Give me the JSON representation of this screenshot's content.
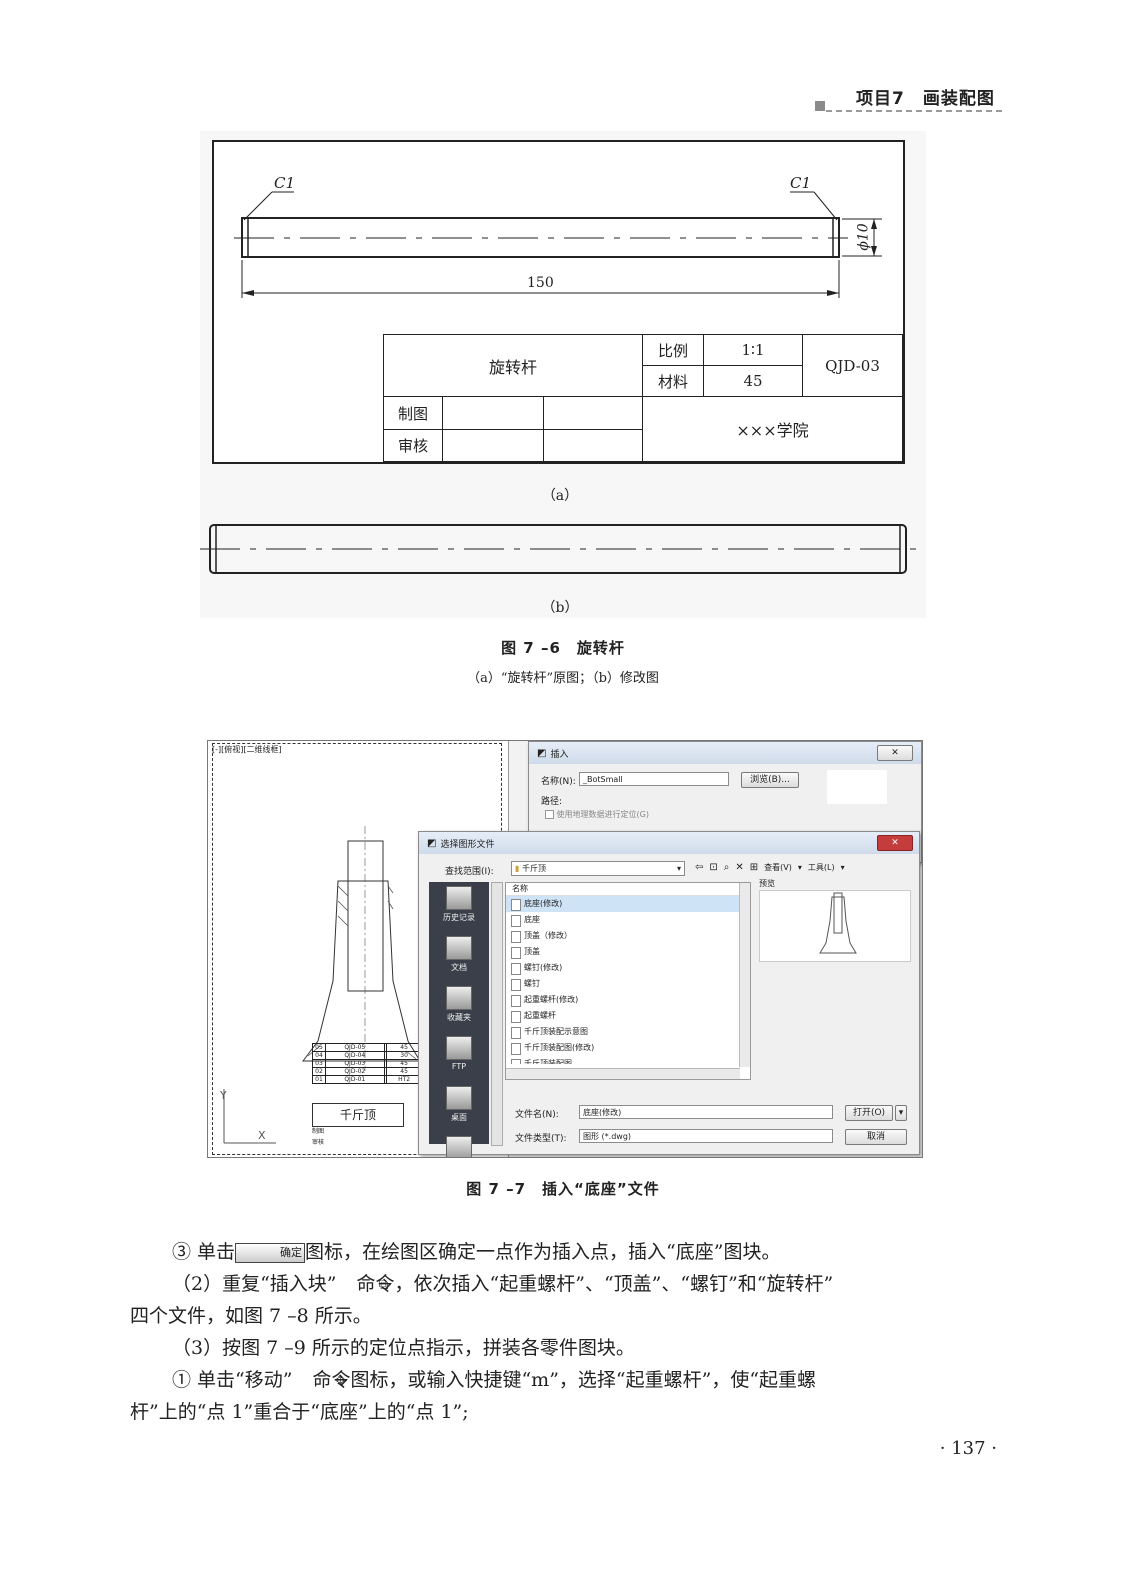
{
  "header": {
    "title": "项目7　画装配图"
  },
  "figure6": {
    "drawing": {
      "chamfer_left": "C1",
      "chamfer_right": "C1",
      "diameter": "ϕ10",
      "length": "150"
    },
    "title_block": {
      "part_name": "旋转杆",
      "scale_label": "比例",
      "scale_value": "1∶1",
      "material_label": "材料",
      "material_value": "45",
      "drawing_no": "QJD-03",
      "drawn_label": "制图",
      "checked_label": "审核",
      "school": "×××学院"
    },
    "sub_a": "（a）",
    "sub_b": "（b）",
    "title": "图 7 –6　旋转杆",
    "subcaption": "（a）“旋转杆”原图；（b）修改图"
  },
  "figure7": {
    "screenshot": {
      "viewport_label": "[-][俯视][二维线框]",
      "axis_y": "Y",
      "axis_x": "X",
      "bom_rows": [
        [
          "05",
          "QJD-05",
          "",
          "45"
        ],
        [
          "04",
          "QJD-04",
          "",
          "30"
        ],
        [
          "03",
          "QJD-03",
          "",
          "45"
        ],
        [
          "02",
          "QJD-02",
          "",
          "45"
        ],
        [
          "01",
          "QJD-01",
          "",
          "HT2"
        ]
      ],
      "bom_title": "千斤顶",
      "bom_drawn": "制图",
      "bom_checked": "审核",
      "insert_dialog": {
        "title": "插入",
        "name_label": "名称(N):",
        "name_value": "_BotSmall",
        "browse_button": "浏览(B)...",
        "path_label": "路径:",
        "geo_checkbox": "使用地理数据进行定位(G)"
      },
      "file_dialog": {
        "title": "选择图形文件",
        "lookin_label": "查找范围(I):",
        "lookin_value": "千斤顶",
        "toolbar": {
          "view": "查看(V)",
          "tools": "工具(L)"
        },
        "column_name": "名称",
        "preview_label": "预览",
        "places": [
          "历史记录",
          "文档",
          "收藏夹",
          "FTP",
          "桌面",
          ""
        ],
        "files": [
          "底座(修改)",
          "底座",
          "顶盖（修改）",
          "顶盖",
          "螺钉(修改)",
          "螺钉",
          "起重螺杆(修改)",
          "起重螺杆",
          "千斤顶装配示意图",
          "千斤顶装配图(修改)",
          "千斤顶装配图"
        ],
        "filename_label": "文件名(N):",
        "filename_value": "底座(修改)",
        "filetype_label": "文件类型(T):",
        "filetype_value": "图形 (*.dwg)",
        "open_button": "打开(O)",
        "cancel_button": "取消"
      }
    },
    "title": "图 7 –7　插入“底座”文件"
  },
  "body": {
    "p1_pre": "③ 单击",
    "p1_button": "确定",
    "p1_post": "图标，在绘图区确定一点作为插入点，插入“底座”图块。",
    "p2_pre": "（2）重复“插入块”",
    "p2_post": "命令，依次插入“起重螺杆”、“顶盖”、“螺钉”和“旋转杆”",
    "p2_cont": "四个文件，如图 7 –8 所示。",
    "p3": "（3）按图 7 –9 所示的定位点指示，拼装各零件图块。",
    "p4_pre": "① 单击“移动”",
    "p4_post": "命令图标，或输入快捷键“m”，选择“起重螺杆”，使“起重螺",
    "p4_cont": "杆”上的“点 1”重合于“底座”上的“点 1”;"
  },
  "page_number": "· 137 ·"
}
